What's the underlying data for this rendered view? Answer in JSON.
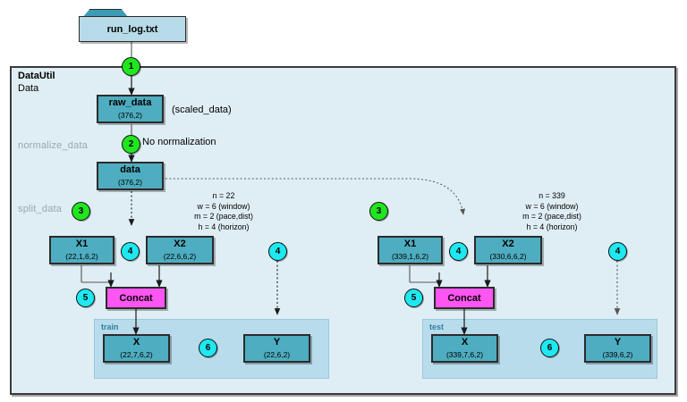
{
  "diagram": {
    "title": "DataUtil",
    "subtitle": "Data",
    "source_file": {
      "label": "run_log.txt"
    },
    "lanes": [
      {
        "id": "normalize",
        "label": "normalize_data"
      },
      {
        "id": "split",
        "label": "split_data"
      }
    ],
    "notes": [
      {
        "id": "scaled",
        "text": "(scaled_data)"
      },
      {
        "id": "nonorm",
        "text": "No normalization"
      }
    ],
    "badges": [
      {
        "id": "b1",
        "label": "1",
        "color": "green"
      },
      {
        "id": "b2",
        "label": "2",
        "color": "green"
      },
      {
        "id": "b3l",
        "label": "3",
        "color": "green"
      },
      {
        "id": "b3r",
        "label": "3",
        "color": "green"
      },
      {
        "id": "b4l",
        "label": "4",
        "color": "cyan"
      },
      {
        "id": "b4ly",
        "label": "4",
        "color": "cyan"
      },
      {
        "id": "b5l",
        "label": "5",
        "color": "cyan"
      },
      {
        "id": "b6l",
        "label": "6",
        "color": "cyan"
      },
      {
        "id": "b4r",
        "label": "4",
        "color": "cyan"
      },
      {
        "id": "b4ry",
        "label": "4",
        "color": "cyan"
      },
      {
        "id": "b5r",
        "label": "5",
        "color": "cyan"
      },
      {
        "id": "b6r",
        "label": "6",
        "color": "cyan"
      }
    ],
    "nodes": {
      "raw_data": {
        "name": "raw_data",
        "shape": "(376,2)"
      },
      "data": {
        "name": "data",
        "shape": "(376,2)"
      },
      "train_x1": {
        "name": "X1",
        "shape": "(22,1,6,2)"
      },
      "train_x2": {
        "name": "X2",
        "shape": "(22,6,6,2)"
      },
      "train_x": {
        "name": "X",
        "shape": "(22,7,6,2)"
      },
      "train_y": {
        "name": "Y",
        "shape": "(22,6,2)"
      },
      "test_x1": {
        "name": "X1",
        "shape": "(339,1,6,2)"
      },
      "test_x2": {
        "name": "X2",
        "shape": "(330,6,6,2)"
      },
      "test_x": {
        "name": "X",
        "shape": "(339,7,6,2)"
      },
      "test_y": {
        "name": "Y",
        "shape": "(339,6,2)"
      }
    },
    "concat": {
      "label": "Concat"
    },
    "params_train": "n = 22\nw = 6 (window)\nm = 2 (pace,dist)\nh = 4 (horizon)",
    "params_test": "n = 339\nw = 6 (window)\nm = 2 (pace,dist)\nh = 4 (horizon)",
    "groups": [
      {
        "id": "train",
        "label": "train"
      },
      {
        "id": "test",
        "label": "test"
      }
    ],
    "colors": {
      "container_bg": "#dfeef4",
      "node_fill": "#4eadc0",
      "concat_fill": "#ff55f2",
      "badge_green": "#1fe61f",
      "badge_cyan": "#1ee8f0",
      "subgroup_fill": "#b9dced",
      "file_body": "#b7dbe8",
      "file_tab": "#3d9bb5",
      "lane_label": "#9aa6ac",
      "group_label": "#2f7f9e"
    }
  }
}
